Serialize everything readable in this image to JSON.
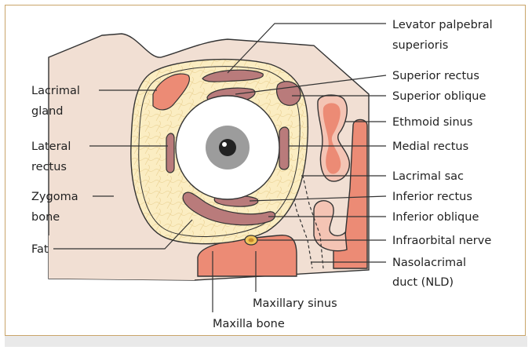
{
  "colors": {
    "skin": "#f1dfd3",
    "fat": "#fbedc2",
    "muscle": "#b97b7b",
    "muscle_light": "#e6aaa5",
    "sinus": "#ec8b75",
    "sinus_light": "#f4c4b4",
    "outline": "#333333",
    "border": "#c9a56a",
    "iris": "#9c9c9c",
    "pupil": "#222222"
  },
  "labels": {
    "levator_1": "Levator palpebral",
    "levator_2": "superioris",
    "superior_rectus": "Superior rectus",
    "superior_oblique": "Superior oblique",
    "ethmoid_sinus": "Ethmoid sinus",
    "medial_rectus": "Medial rectus",
    "lacrimal_sac": "Lacrimal sac",
    "inferior_rectus": "Inferior rectus",
    "inferior_oblique": "Inferior oblique",
    "infraorbital_nerve": "Infraorbital nerve",
    "nasolacrimal_1": "Nasolacrimal",
    "nasolacrimal_2": "duct (NLD)",
    "lacrimal_gland_1": "Lacrimal",
    "lacrimal_gland_2": "gland",
    "lateral_rectus_1": "Lateral",
    "lateral_rectus_2": "rectus",
    "zygoma_1": "Zygoma",
    "zygoma_2": "bone",
    "fat": "Fat",
    "maxillary_sinus": "Maxillary sinus",
    "maxilla_bone": "Maxilla bone"
  }
}
